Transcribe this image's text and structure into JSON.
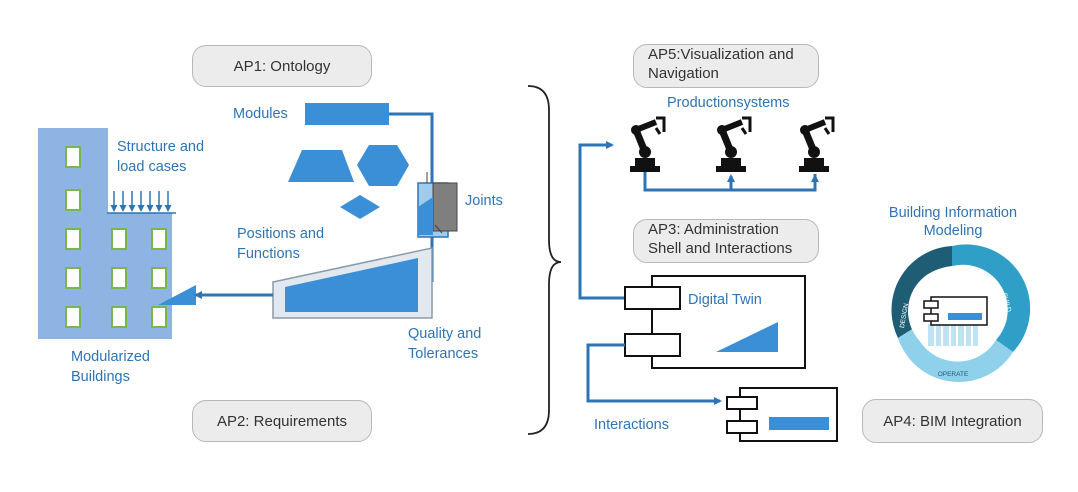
{
  "work_packages": {
    "ap1": "AP1: Ontology",
    "ap2": "AP2: Requirements",
    "ap3_line1": "AP3: Administration",
    "ap3_line2": "Shell and Interactions",
    "ap4": "AP4: BIM Integration",
    "ap5_line1": "AP5:Visualization and",
    "ap5_line2": "Navigation"
  },
  "labels": {
    "modules": "Modules",
    "structure_line1": "Structure and",
    "structure_line2": "load cases",
    "joints": "Joints",
    "positions_line1": "Positions and",
    "positions_line2": "Functions",
    "quality_line1": "Quality and",
    "quality_line2": "Tolerances",
    "modularized_line1": "Modularized",
    "modularized_line2": "Buildings",
    "productionsystems": "Productionsystems",
    "digital_twin": "Digital Twin",
    "interactions": "Interactions",
    "bim_line1": "Building Information",
    "bim_line2": "Modeling"
  },
  "bim_cycle": {
    "segments": [
      "DESIGN",
      "BUILD",
      "OPERATE"
    ]
  },
  "colors": {
    "accent_blue": "#2e74b5",
    "shape_blue": "#3a8fd6",
    "building_blue": "#8db4e2",
    "pill_gray": "#ececec",
    "cycle_dark": "#1f5d74",
    "cycle_mid": "#2f9fc8",
    "cycle_light": "#8fd0ea"
  }
}
